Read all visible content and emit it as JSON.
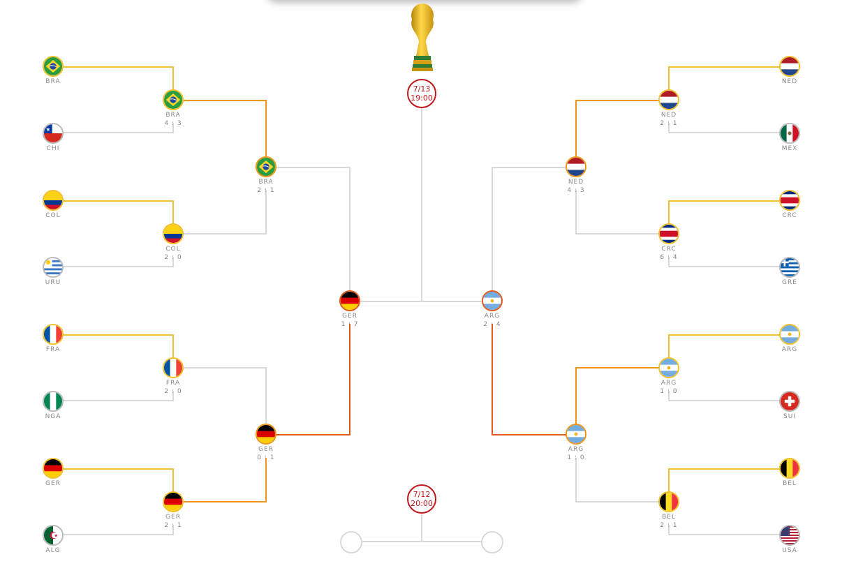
{
  "final": {
    "date": "7/13",
    "time": "19:00"
  },
  "third_place": {
    "date": "7/12",
    "time": "20:00"
  },
  "round_of_16": [
    {
      "code": "BRA"
    },
    {
      "code": "CHI"
    },
    {
      "code": "COL"
    },
    {
      "code": "URU"
    },
    {
      "code": "FRA"
    },
    {
      "code": "NGA"
    },
    {
      "code": "GER"
    },
    {
      "code": "ALG"
    },
    {
      "code": "NED"
    },
    {
      "code": "MEX"
    },
    {
      "code": "CRC"
    },
    {
      "code": "GRE"
    },
    {
      "code": "ARG"
    },
    {
      "code": "SUI"
    },
    {
      "code": "BEL"
    },
    {
      "code": "USA"
    }
  ],
  "quarter_finalists": [
    {
      "code": "BRA",
      "score": "4 : 3"
    },
    {
      "code": "COL",
      "score": "2 : 0"
    },
    {
      "code": "FRA",
      "score": "2 : 0"
    },
    {
      "code": "GER",
      "score": "2 : 1"
    },
    {
      "code": "NED",
      "score": "2 : 1"
    },
    {
      "code": "CRC",
      "score": "6 : 4"
    },
    {
      "code": "ARG",
      "score": "1 : 0"
    },
    {
      "code": "BEL",
      "score": "2 : 1"
    }
  ],
  "semi_finalists": [
    {
      "code": "BRA",
      "score": "2 : 1"
    },
    {
      "code": "GER",
      "score": "0 : 1"
    },
    {
      "code": "NED",
      "score": "4 : 3"
    },
    {
      "code": "ARG",
      "score": "1 : 0"
    }
  ],
  "finalists": [
    {
      "code": "GER",
      "score": "1 : 7"
    },
    {
      "code": "ARG",
      "score": "2 : 4"
    }
  ],
  "colors": {
    "line_default": "#d9d9d9",
    "round1_win": "#f2c12e",
    "round2_win": "#ee9617",
    "round3_win": "#e05a1b",
    "badge": "#c0171c"
  }
}
